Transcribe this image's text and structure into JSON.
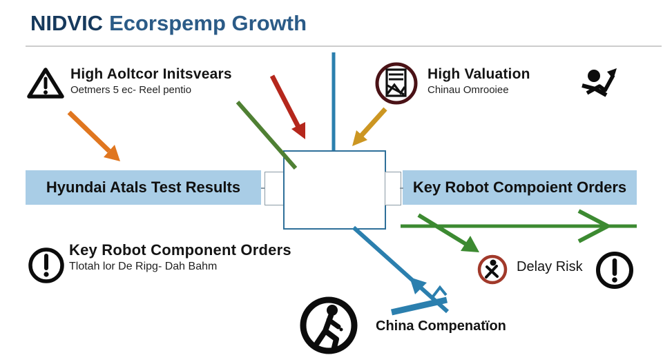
{
  "title": {
    "primary": "NIDVIC",
    "secondary": "Ecorspemp Growth"
  },
  "sections": {
    "high_investors": {
      "title": "High Aoltcor Initsvears",
      "subtitle": "Oetmers 5 ec- Reel pentio"
    },
    "high_valuation": {
      "title": "High Valuation",
      "subtitle": "Chinau Omrooiee"
    },
    "left_bar_label": "Hyundai Atals Test Results",
    "right_bar_label": "Key Robot Compoient Orders",
    "component_orders": {
      "title": "Key Robot Component Orders",
      "subtitle": "Tlotah lor De Ripg- Dah Bahm"
    },
    "delay_risk_label": "Delay Risk",
    "china_label": "China Compenatïon"
  },
  "icons": {
    "top_left": "warning-triangle-icon",
    "valuation": "report-chart-icon",
    "top_right": "person-growth-icon",
    "orders": "alert-circle-icon",
    "delay": "pedestrian-crossing-icon",
    "right_alert": "alert-circle-icon",
    "bottom": "walking-person-icon"
  },
  "colors": {
    "title_primary": "#16395c",
    "title_secondary": "#2b5b87",
    "bar_fill": "#a9cde6",
    "box_border": "#2e6f99",
    "arrow_orange": "#e0761f",
    "arrow_red": "#b5271c",
    "arrow_green_dark": "#4f8033",
    "arrow_green": "#3c8a31",
    "arrow_gold": "#cc9622",
    "arrow_blue": "#2b7fae",
    "maroon_ring": "#4a1216",
    "delay_ring": "#a1392a"
  }
}
